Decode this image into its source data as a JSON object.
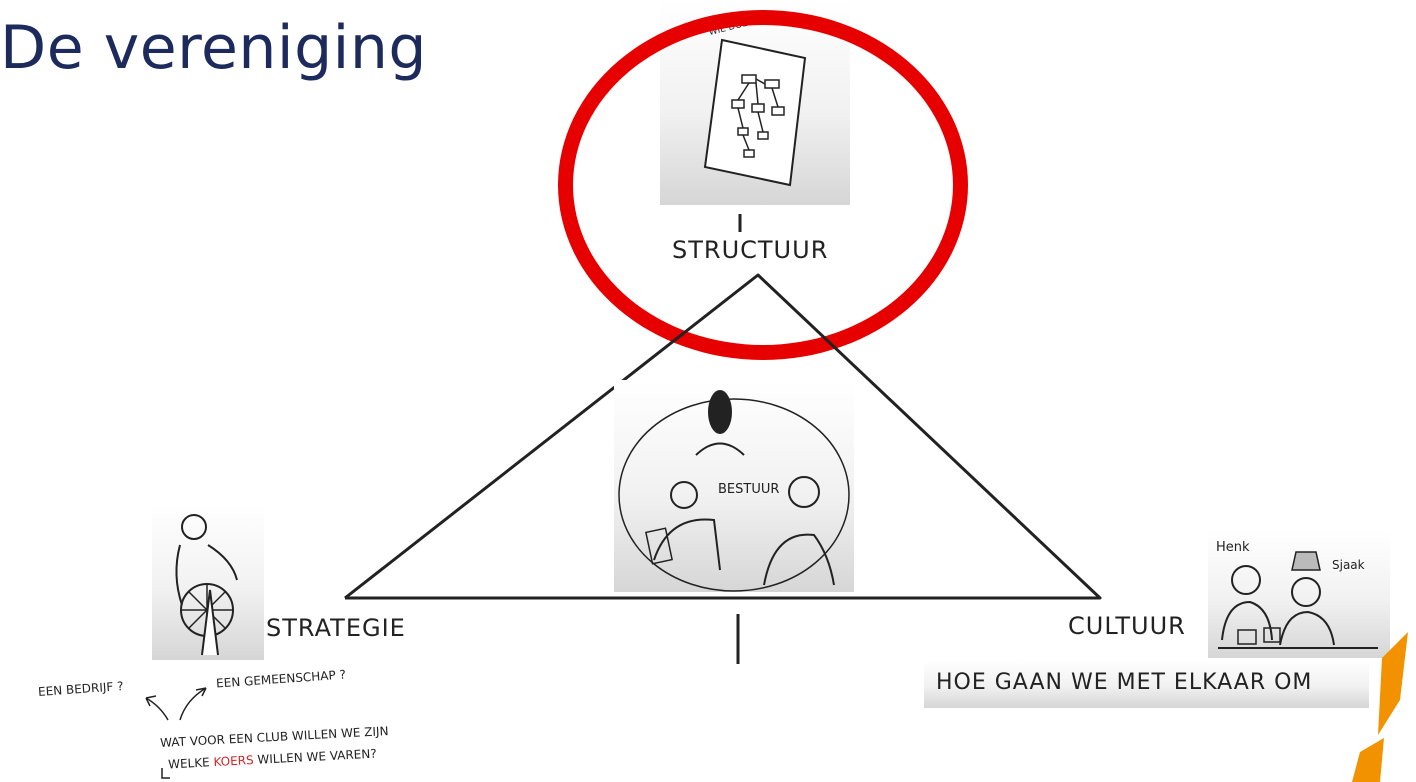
{
  "title": "De vereniging",
  "top_panel": {
    "caption": "WIE DOET WAT"
  },
  "vertices": {
    "top": "STRUCTUUR",
    "left": "STRATEGIE",
    "right": "CULTUUR"
  },
  "center": {
    "label": "BESTUUR"
  },
  "culture_panel": {
    "name_left": "Henk",
    "name_right": "Sjaak",
    "caption": "HOE GAAN WE MET ELKAAR OM"
  },
  "strategy_notes": {
    "option_a": "EEN BEDRIJF ?",
    "option_b": "EEN GEMEENSCHAP ?",
    "line1": "WAT VOOR EEN CLUB WILLEN WE ZIJN",
    "line2_pre": "WELKE ",
    "line2_highlight": "KOERS",
    "line2_post": " WILLEN WE VAREN?"
  },
  "colors": {
    "title": "#1c2a5c",
    "highlight_circle": "#e60000",
    "koers_text": "#d0262a",
    "accent_bar": "#f39200"
  }
}
